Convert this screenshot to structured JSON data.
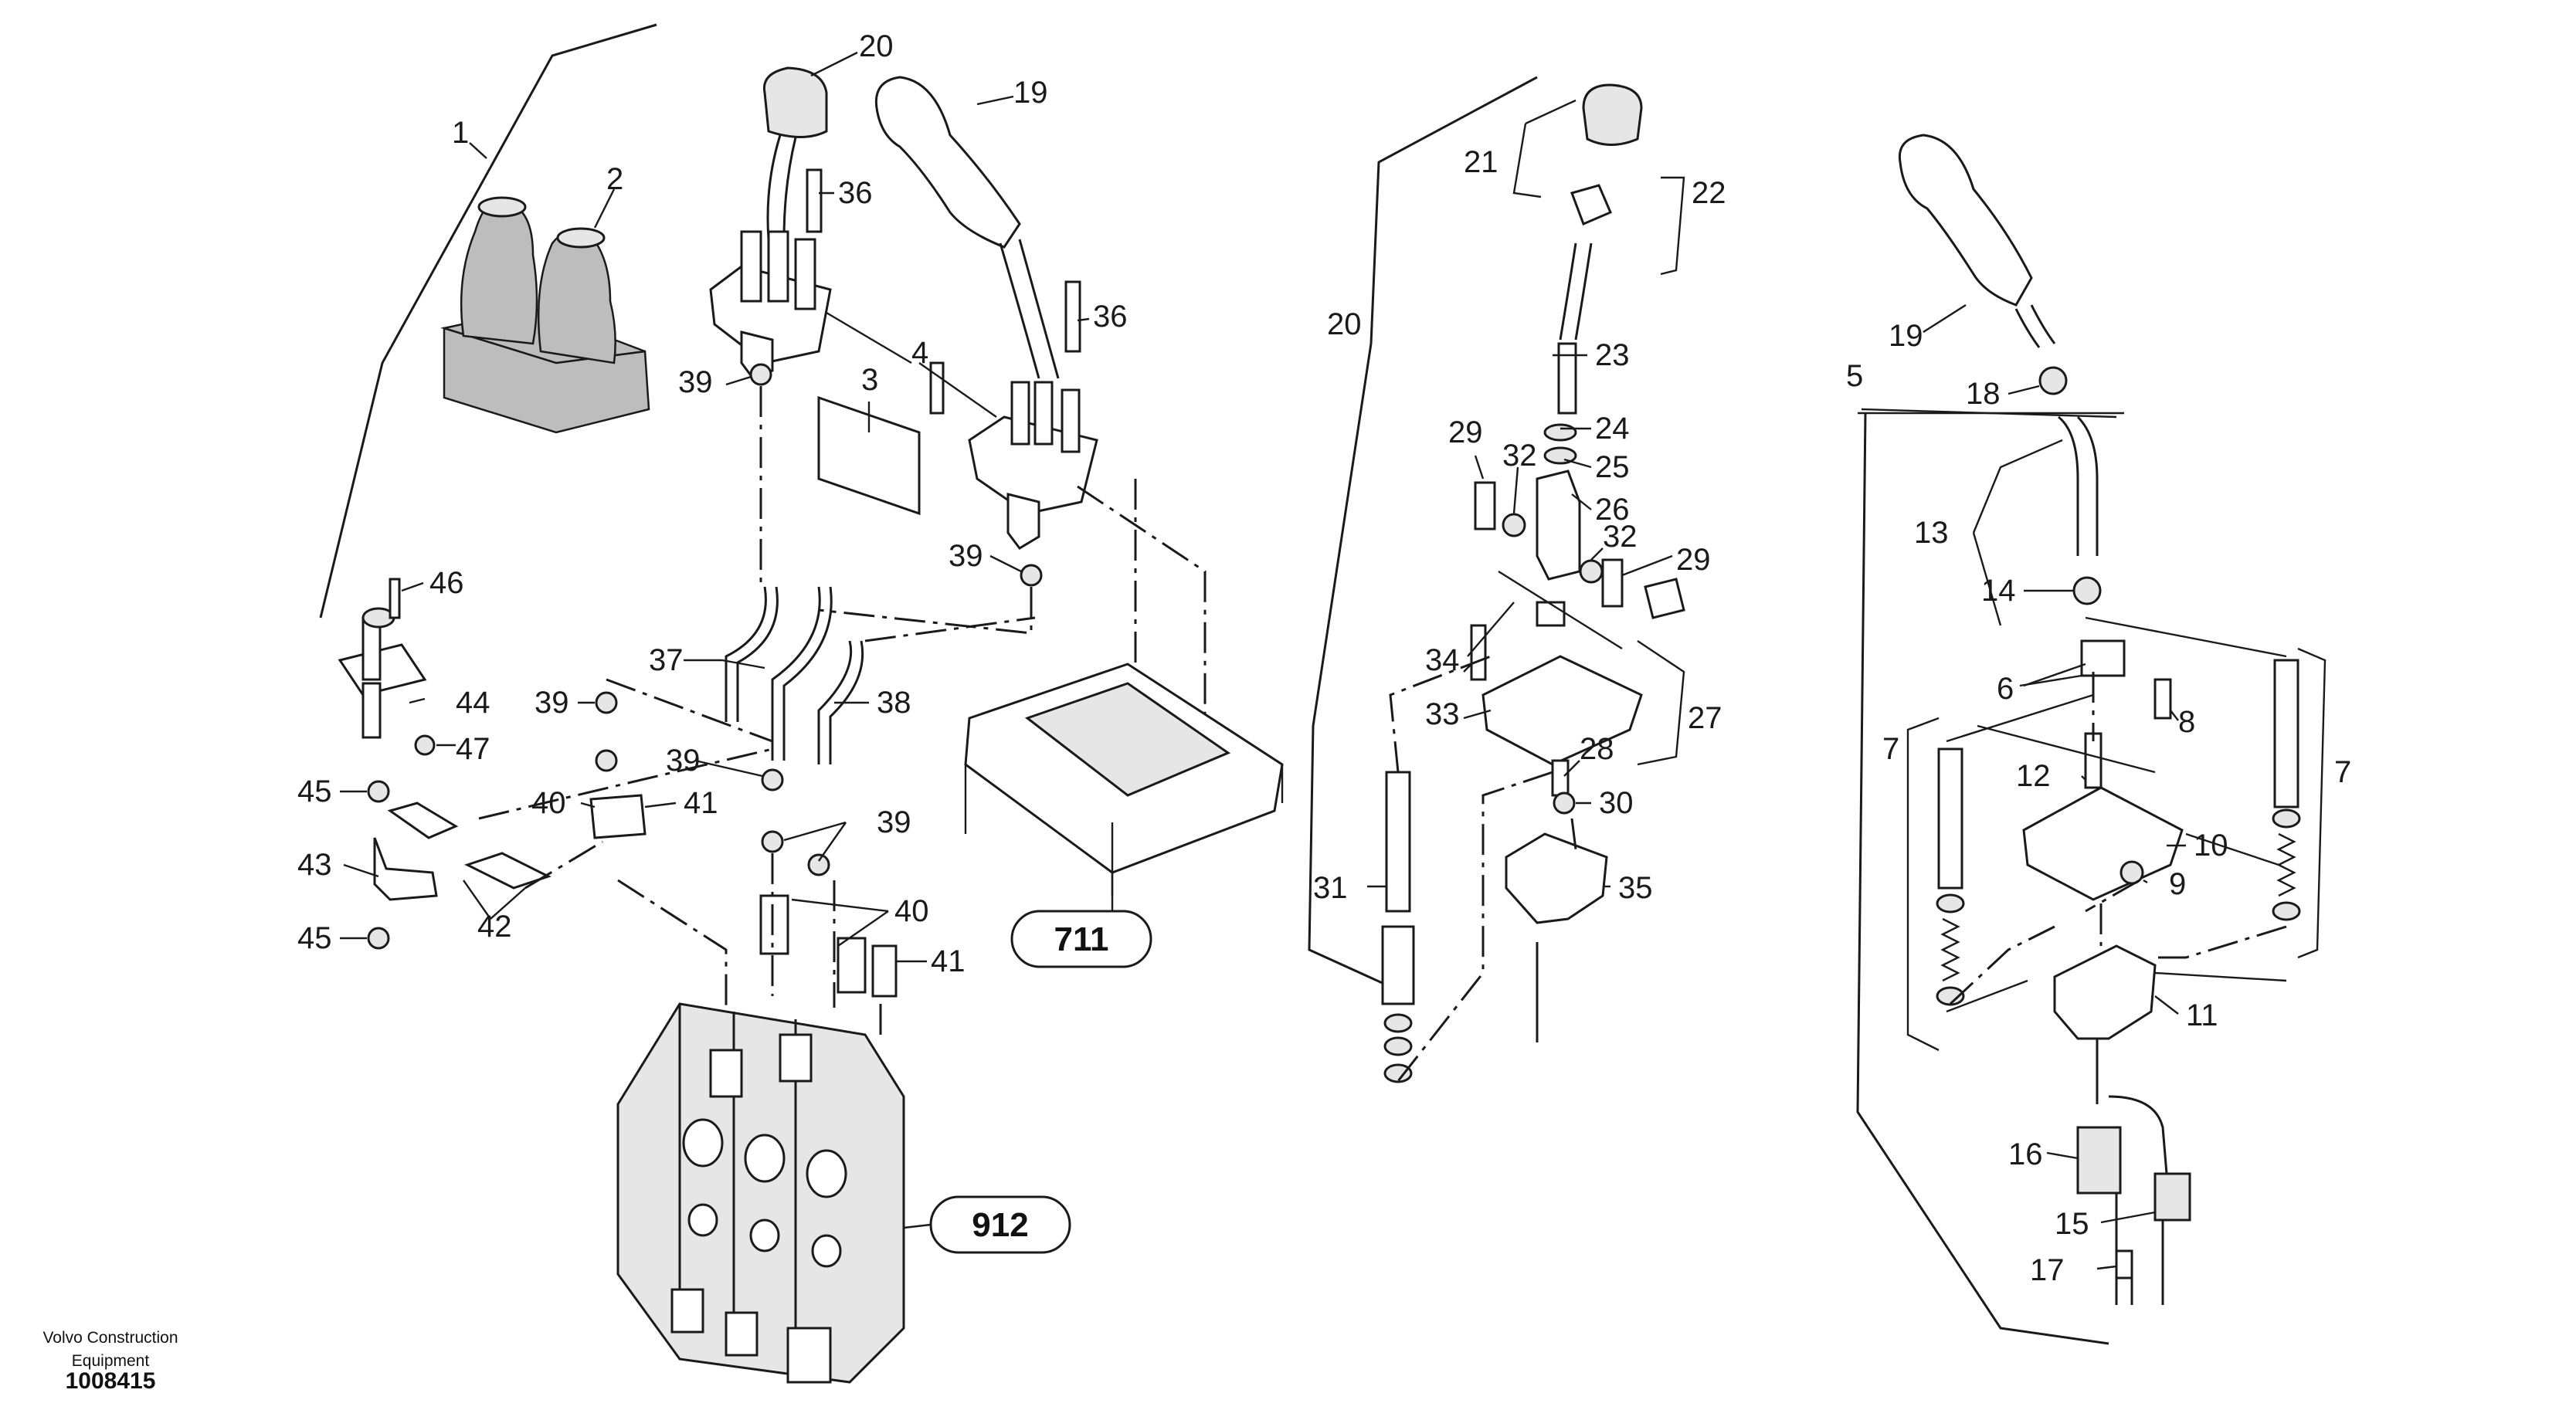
{
  "footer": {
    "brand_line1": "Volvo Construction",
    "brand_line2": "Equipment",
    "drawing_number": "1008415"
  },
  "reference_bubbles": [
    "711",
    "912"
  ],
  "callouts": {
    "c1": "1",
    "c2": "2",
    "c3": "3",
    "c4": "4",
    "c5": "5",
    "c6": "6",
    "c7a": "7",
    "c7b": "7",
    "c8": "8",
    "c9": "9",
    "c10": "10",
    "c11": "11",
    "c12": "12",
    "c13": "13",
    "c14": "14",
    "c15": "15",
    "c16": "16",
    "c17": "17",
    "c18": "18",
    "c19a": "19",
    "c19b": "19",
    "c20a": "20",
    "c20b": "20",
    "c21": "21",
    "c22": "22",
    "c23": "23",
    "c24": "24",
    "c25": "25",
    "c26": "26",
    "c27": "27",
    "c28": "28",
    "c29a": "29",
    "c29b": "29",
    "c30": "30",
    "c31": "31",
    "c32a": "32",
    "c32b": "32",
    "c33": "33",
    "c34": "34",
    "c35": "35",
    "c36a": "36",
    "c36b": "36",
    "c37": "37",
    "c38": "38",
    "c39a": "39",
    "c39b": "39",
    "c39c": "39",
    "c39d": "39",
    "c39e": "39",
    "c40a": "40",
    "c40b": "40",
    "c41a": "41",
    "c41b": "41",
    "c42": "42",
    "c43": "43",
    "c44": "44",
    "c45a": "45",
    "c45b": "45",
    "c46": "46",
    "c47": "47"
  }
}
